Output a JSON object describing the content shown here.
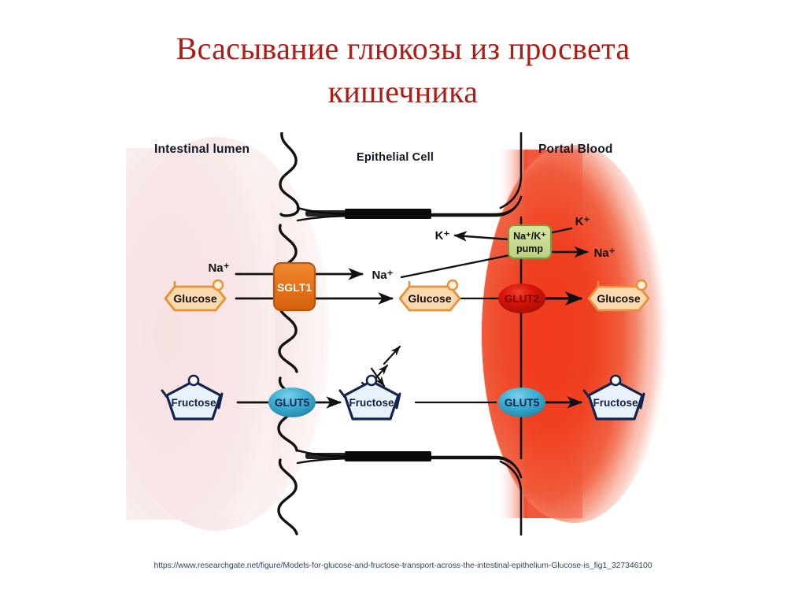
{
  "slide": {
    "title": "Всасывание глюкозы из просвета кишечника",
    "title_line1": "Всасывание глюкозы из просвета",
    "title_line2": "кишечника",
    "title_color": "#b01b14",
    "background": "#ffffff"
  },
  "caption": {
    "url": "https://www.researchgate.net/figure/Models-for-glucose-and-fructose-transport-across-the-intestinal-epithelium-Glucose-is_fig1_327346100",
    "color": "#33475e"
  },
  "figure": {
    "regions": [
      {
        "id": "intestinal-lumen",
        "label": "Intestinal lumen",
        "fill": "#f9e7e7"
      },
      {
        "id": "epithelial-cell",
        "label": "Epithelial Cell",
        "fill": "#ffffff"
      },
      {
        "id": "portal-blood",
        "label": "Portal Blood",
        "fill": "#ef4123"
      }
    ],
    "transporters": [
      {
        "id": "sglt1",
        "label": "SGLT1",
        "shape": "rounded-rect",
        "fill": "#e8741c",
        "stroke": "#b8550d",
        "text_color": "#ffffff"
      },
      {
        "id": "na-k-pump",
        "label_line1": "Na⁺/K⁺",
        "label_line2": "pump",
        "label": "Na⁺/K⁺ pump",
        "shape": "rounded-rect",
        "fill": "#c6d98a",
        "stroke": "#7d9a3c",
        "text_color": "#1a1a1a"
      },
      {
        "id": "glut2",
        "label": "GLUT2",
        "shape": "ellipse",
        "fill": "#d9140a",
        "stroke": "#9c0b05",
        "text_color": "#7a0c06"
      },
      {
        "id": "glut5-apical",
        "label": "GLUT5",
        "shape": "ellipse",
        "fill": "#3fb0d4",
        "stroke": "#2a87a8",
        "text_color": "#10204a"
      },
      {
        "id": "glut5-basolateral",
        "label": "GLUT5",
        "shape": "ellipse",
        "fill": "#3fb0d4",
        "stroke": "#2a87a8",
        "text_color": "#10204a"
      }
    ],
    "molecules": [
      {
        "id": "glucose-lumen",
        "label": "Glucose",
        "shape": "hexagon",
        "fill": "#fbd9ae",
        "stroke": "#e8903a",
        "text_color": "#1a1a1a"
      },
      {
        "id": "glucose-cell",
        "label": "Glucose",
        "shape": "hexagon",
        "fill": "#fbd9ae",
        "stroke": "#e8903a",
        "text_color": "#1a1a1a"
      },
      {
        "id": "glucose-blood",
        "label": "Glucose",
        "shape": "hexagon",
        "fill": "#fbd9ae",
        "stroke": "#e8903a",
        "text_color": "#1a1a1a"
      },
      {
        "id": "fructose-lumen",
        "label": "Fructose",
        "shape": "pentagon",
        "fill": "#e9f2fb",
        "stroke": "#12234f",
        "text_color": "#10204a"
      },
      {
        "id": "fructose-cell",
        "label": "Fructose",
        "shape": "pentagon",
        "fill": "#e9f2fb",
        "stroke": "#12234f",
        "text_color": "#10204a"
      },
      {
        "id": "fructose-blood",
        "label": "Fructose",
        "shape": "pentagon",
        "fill": "#e9f2fb",
        "stroke": "#12234f",
        "text_color": "#10204a"
      }
    ],
    "ions": [
      {
        "id": "na-lumen",
        "label": "Na⁺",
        "location": "intestinal-lumen"
      },
      {
        "id": "na-cell",
        "label": "Na⁺",
        "location": "epithelial-cell"
      },
      {
        "id": "k-cell",
        "label": "K⁺",
        "location": "epithelial-cell"
      },
      {
        "id": "k-blood",
        "label": "K⁺",
        "location": "portal-blood"
      },
      {
        "id": "na-blood",
        "label": "Na⁺",
        "location": "portal-blood"
      }
    ],
    "membranes": [
      {
        "id": "apical-membrane",
        "style": "wavy",
        "note": "microvilli brush border"
      },
      {
        "id": "basolateral-membrane",
        "style": "straight"
      },
      {
        "id": "tight-junction-top",
        "style": "bar"
      },
      {
        "id": "tight-junction-bottom",
        "style": "bar"
      }
    ]
  }
}
